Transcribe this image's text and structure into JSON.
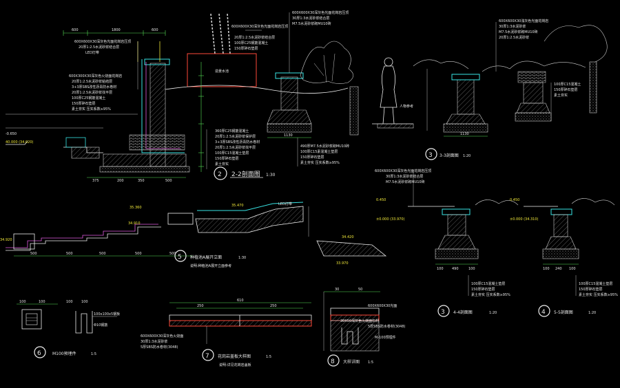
{
  "sections": {
    "s2": {
      "num": "2",
      "title": "2-2剖面图",
      "scale": "1:30"
    },
    "s3": {
      "num": "3",
      "title": "3-3剖面图",
      "scale": "1:20"
    },
    "s5": {
      "num": "5",
      "title": "种植池A展开立面",
      "scale": "1:30"
    },
    "s34": {
      "num": "3",
      "title": "4-4剖面图",
      "scale": "1:20"
    },
    "s45": {
      "num": "4",
      "title": "5-5剖面图",
      "scale": "1:20"
    },
    "s6": {
      "num": "6",
      "title": "M100预埋件",
      "scale": "1:5"
    },
    "s7": {
      "num": "7",
      "title": "花岗岩盖板大样图",
      "scale": "1:5"
    },
    "s8": {
      "num": "8",
      "title": "大样详图",
      "scale": "1:5"
    }
  },
  "notes": {
    "s5_note": "说明:种植池A展开立面参考",
    "s7_note": "说明:详见花岗岩盖板"
  },
  "dimensions": {
    "top": [
      "600",
      "1800",
      "600"
    ],
    "s2_bottom": [
      "375",
      "200",
      "350",
      "500"
    ],
    "s3_bottom": [
      "1130"
    ],
    "s3_mid_bottom": [
      "1130"
    ],
    "s34_bottom": [
      "100",
      "490",
      "100"
    ],
    "s45_bottom": [
      "100",
      "240",
      "100"
    ],
    "s5_bottom": [
      "500",
      "500",
      "500",
      "500",
      "500"
    ],
    "s6_top": [
      "100",
      "100",
      "100",
      "100"
    ],
    "s7_top": [
      "250",
      "250",
      "610"
    ],
    "s8_top": [
      "30",
      "50"
    ]
  },
  "elevations": {
    "e1": "40.000 (34.020)",
    "e2": "34.920",
    "e3": "35.360",
    "e4": "35.470",
    "e5": "34.910",
    "e6": "34.420",
    "e7": "33.970",
    "e8": "0.450",
    "e9": "±0.000 (33.970)",
    "e10": "0.450",
    "e11": "±0.000 (34.310)",
    "e12": "-0.650"
  },
  "labels": {
    "water_feature": "造景水池",
    "person": "人物参考",
    "led": "LED灯带",
    "s6_plate": "100x100x5钢板",
    "s6_rod": "Φ10钢筋",
    "s8_m100": "M-100预埋件"
  },
  "callouts_left": [
    "600X600X30深灰色光面花岗岩压顶",
    "20厚1:2.5水泥砂浆结合层",
    "LED灯带",
    "600X300X30深灰色火烧面花岗岩",
    "20厚1:2.5水泥砂浆粘结层",
    "3+3厚SBS改性沥青防水卷材",
    "20厚1:2.5水泥砂浆找平层",
    "100厚C25钢筋混凝土",
    "150厚碎石垫层",
    "素土夯实 压实系数≥95%"
  ],
  "callouts_s2_bottom": [
    "360厚C25钢筋混凝土",
    "20厚1:2.5水泥砂浆保护层",
    "3+3厚SBS改性沥青防水卷材",
    "20厚1:2.5水泥砂浆找平层",
    "100厚C15混凝土垫层",
    "150厚碎石垫层",
    "素土夯实"
  ],
  "callouts_mid": [
    "600X600X30深灰色光面花岗岩压顶",
    "30厚1:3水泥砂浆结合层",
    "M7.5水泥砂浆砌MU10砖",
    "490厚M7.5水泥砂浆砌MU10砖",
    "100厚C15素混凝土垫层",
    "150厚碎石垫层",
    "素土夯实 压实系数≥95%"
  ],
  "callouts_s3": [
    "600X600X30浅灰色光面花岗岩",
    "30厚1:3水泥砂浆",
    "M7.5水泥砂浆砌MU10砖",
    "20厚1:2.5水泥砂浆",
    "100厚C15混凝土",
    "150厚碎石垫层",
    "素土夯实"
  ],
  "callouts_s34": [
    "100厚C15混凝土垫层",
    "150厚碎石垫层",
    "素土夯实 压实系数≥95%"
  ],
  "callouts_s45": [
    "100厚C15混凝土垫层",
    "150厚碎石垫层",
    "素土夯实 压实系数≥95%"
  ],
  "callouts_s7": [
    "600X600X30深灰色火烧面",
    "30厚1:3水泥砂浆",
    "5厚SBS防水卷材(3048)"
  ],
  "callouts_s8": [
    "30X50深灰色火烧面石材",
    "600X600X30光面",
    "5厚SBS防水卷材(3048)"
  ]
}
